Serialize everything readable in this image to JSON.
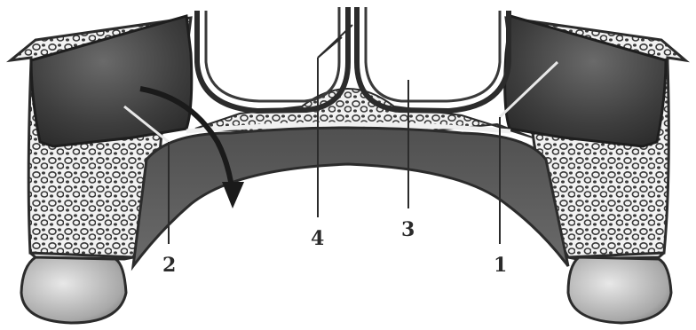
{
  "figure": {
    "ink_color": "#2b2b2b",
    "dark_fill": "#3a3a3a",
    "mid_fill": "#6e6e6e",
    "light_fill": "#cfcfcf",
    "background": "#ffffff",
    "labels": {
      "one": "1",
      "two": "2",
      "three": "3",
      "four": "4"
    }
  }
}
